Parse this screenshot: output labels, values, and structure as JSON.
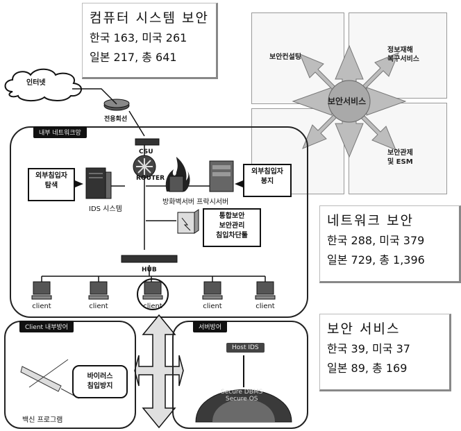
{
  "stats": {
    "computer": {
      "title": "컴퓨터 시스템 보안",
      "line1": "한국 163, 미국 261",
      "line2": "일본 217, 총 641"
    },
    "network": {
      "title": "네트워크 보안",
      "line1": "한국 288, 미국 379",
      "line2": "일본 729, 총 1,396"
    },
    "service": {
      "title": "보안 서비스",
      "line1": "한국 39, 미국 37",
      "line2": "일본 89, 총 169"
    }
  },
  "diagram": {
    "internet": "인터넷",
    "leased_line": "전용회선",
    "internal_net": "내부 네트워크망",
    "csu": "CSU",
    "router": "ROUTER",
    "ids_left": "외부침입자\n탐색",
    "ids_system": "IDS 시스템",
    "firewall": "방화벽서버 프락시서버",
    "block_right": "외부침입자\n봉지",
    "security_mgmt": "통합보안\n보안관리\n침입차단툴",
    "hub": "HUB",
    "clients": [
      "client",
      "client",
      "client",
      "client",
      "client"
    ],
    "client_defense": "Client 내부방어",
    "virus_box": "바이러스\n침입방지",
    "vaccine": "백신 프로그램",
    "server_defense": "서버방어",
    "host_ids": "Host IDS",
    "dome_text": "Secure DBMS\nSecure OS"
  },
  "service_panel": {
    "consulting": "보안컨설팅",
    "recovery": "정보재해\n복구서비스",
    "center": "보안서비스",
    "esm": "보안관제\n및 ESM"
  }
}
